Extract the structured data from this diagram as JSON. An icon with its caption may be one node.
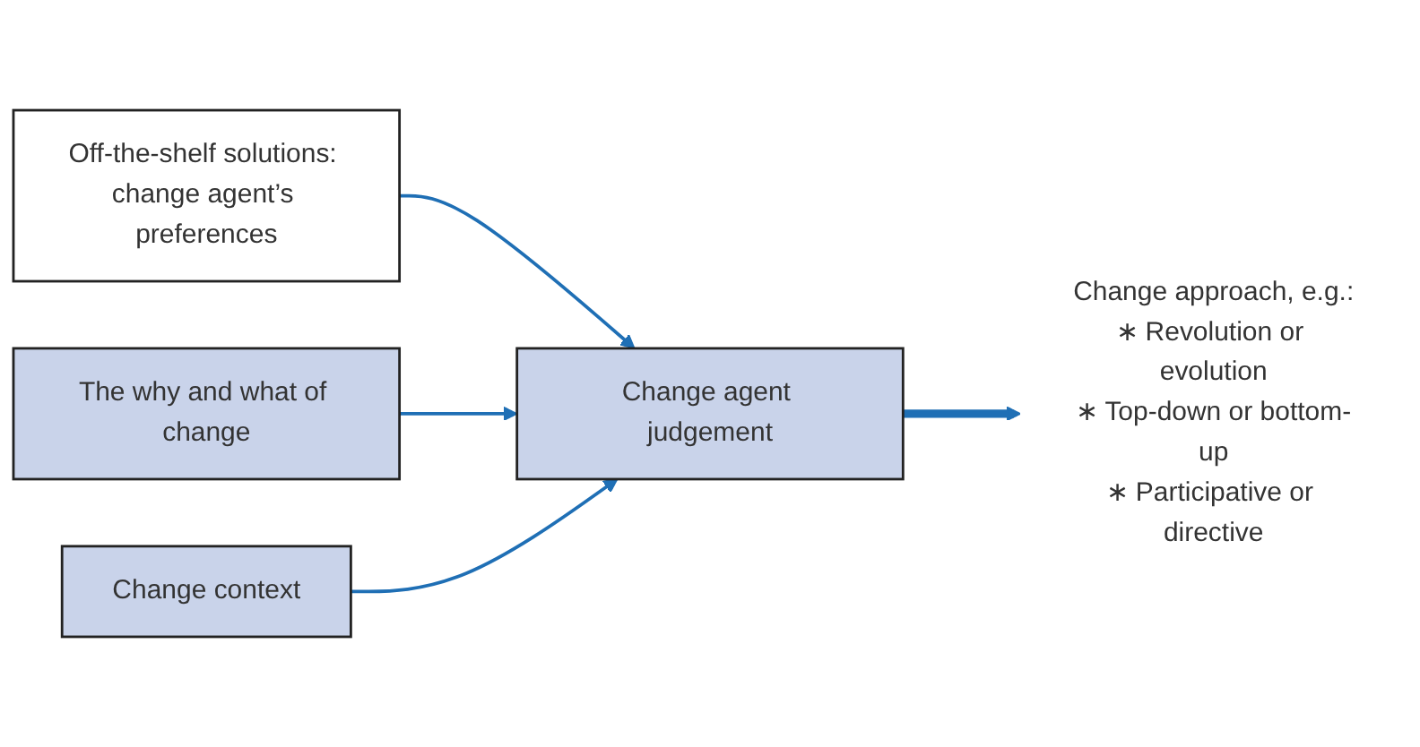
{
  "diagram": {
    "nodes": [
      {
        "text": [
          "Off-the-shelf solutions: change agent’s preferences"
        ]
      },
      {
        "text": [
          "The why and what of change"
        ]
      },
      {
        "text": [
          "Change agent judgement"
        ]
      },
      {
        "text": [
          "Change context"
        ]
      },
      {
        "text": [
          "Change approach, e.g.:",
          "∗ Revolution or evolution",
          "∗ Top-down or bottom-up",
          "∗ Participative or directive"
        ]
      }
    ],
    "edges": [
      {
        "from": 0,
        "to": 2,
        "arrow": "to"
      },
      {
        "from": 1,
        "to": 2,
        "arrow": "to"
      },
      {
        "from": 3,
        "to": 2,
        "arrow": "to"
      },
      {
        "from": 2,
        "to": 4,
        "arrow": "to",
        "style": "thick"
      }
    ]
  }
}
